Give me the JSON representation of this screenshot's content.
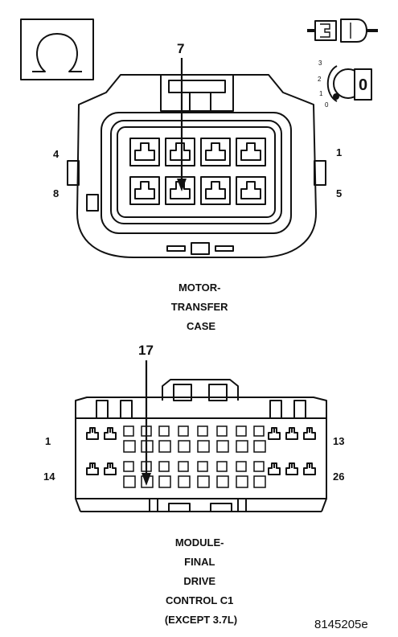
{
  "connector_a": {
    "callout": "7",
    "pin_left_top": "4",
    "pin_left_bottom": "8",
    "pin_right_top": "1",
    "pin_right_bottom": "5",
    "caption_lines": [
      "MOTOR-",
      "TRANSFER",
      "CASE"
    ]
  },
  "connector_b": {
    "callout": "17",
    "pin_left_top": "1",
    "pin_left_bottom": "14",
    "pin_right_top": "13",
    "pin_right_bottom": "26",
    "caption_lines": [
      "MODULE-",
      "FINAL",
      "DRIVE",
      "CONTROL C1",
      "(EXCEPT 3.7L)"
    ]
  },
  "ignition": {
    "key_label": "0",
    "positions": [
      "3",
      "2",
      "1",
      "0"
    ]
  },
  "icons": {
    "ohmmeter": "omega-icon",
    "connector_disconnect": "disconnected-connector-icon",
    "ignition": "ignition-key-off-icon"
  },
  "figure_id": "8145205e"
}
